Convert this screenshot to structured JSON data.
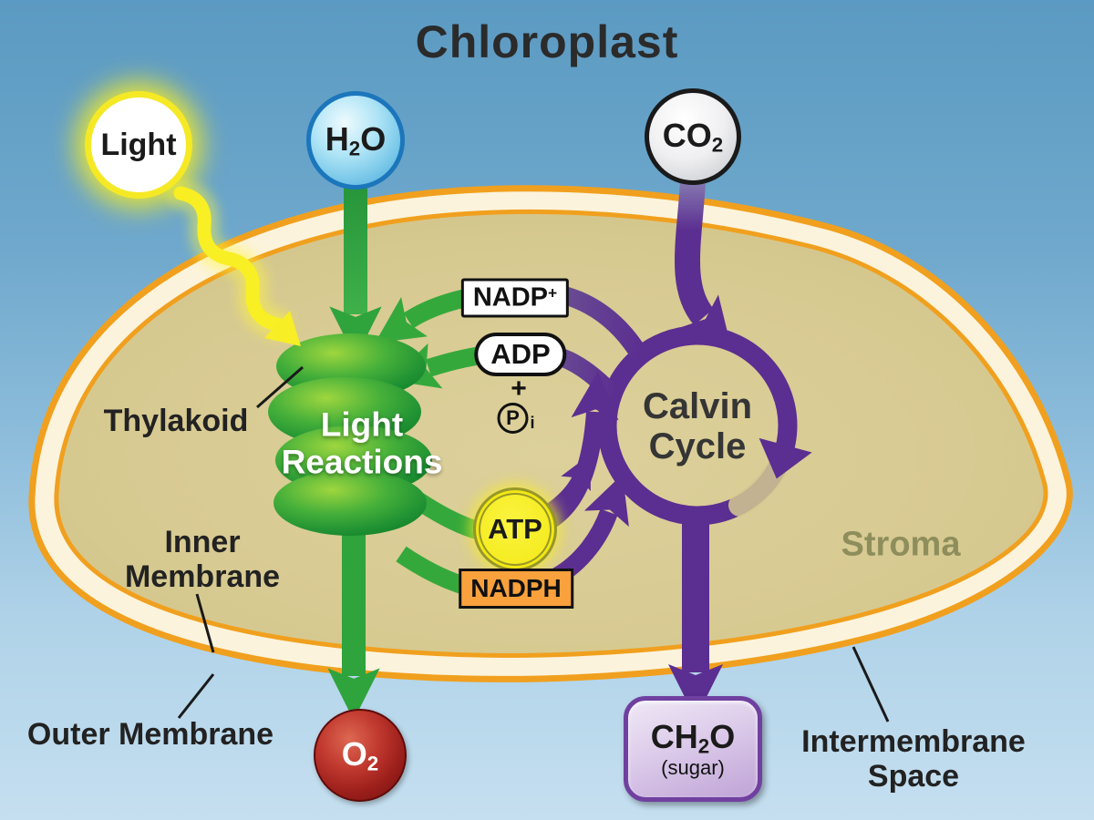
{
  "title": "Chloroplast",
  "colors": {
    "background_top": "#5B9AC2",
    "background_bottom": "#C5DFF0",
    "membrane_orange": "#F5A623",
    "intermembrane_cream": "#FCF3DC",
    "stroma_tan": "#D8CB92",
    "thylakoid_green": "#2E9B33",
    "reaction_arrow_green": "#35A83C",
    "calvin_purple": "#5B2E91",
    "light_beam_yellow": "#F8EF25",
    "atp_yellow": "#F3E812",
    "nadph_orange": "#F9A13C",
    "o2_red": "#9C1F1B",
    "sugar_box_purple": "#BFA3D6"
  },
  "molecules": {
    "light": "Light",
    "h2o": {
      "base": "H",
      "sub": "2",
      "tail": "O"
    },
    "co2": {
      "base": "CO",
      "sub": "2"
    },
    "o2": {
      "base": "O",
      "sub": "2"
    },
    "nadp": {
      "base": "NADP",
      "sup": "+"
    },
    "adp": "ADP",
    "plus": "+",
    "pi": {
      "base": "P",
      "sub": "i"
    },
    "atp": "ATP",
    "nadph": "NADPH",
    "ch2o": {
      "base": "CH",
      "sub": "2",
      "tail": "O",
      "note": "(sugar)"
    }
  },
  "processes": {
    "light_reactions": {
      "line1": "Light",
      "line2": "Reactions"
    },
    "calvin_cycle": {
      "line1": "Calvin",
      "line2": "Cycle"
    }
  },
  "labels": {
    "thylakoid": "Thylakoid",
    "inner_membrane": {
      "line1": "Inner",
      "line2": "Membrane"
    },
    "outer_membrane": "Outer Membrane",
    "stroma": "Stroma",
    "intermembrane_space": {
      "line1": "Intermembrane",
      "line2": "Space"
    }
  }
}
